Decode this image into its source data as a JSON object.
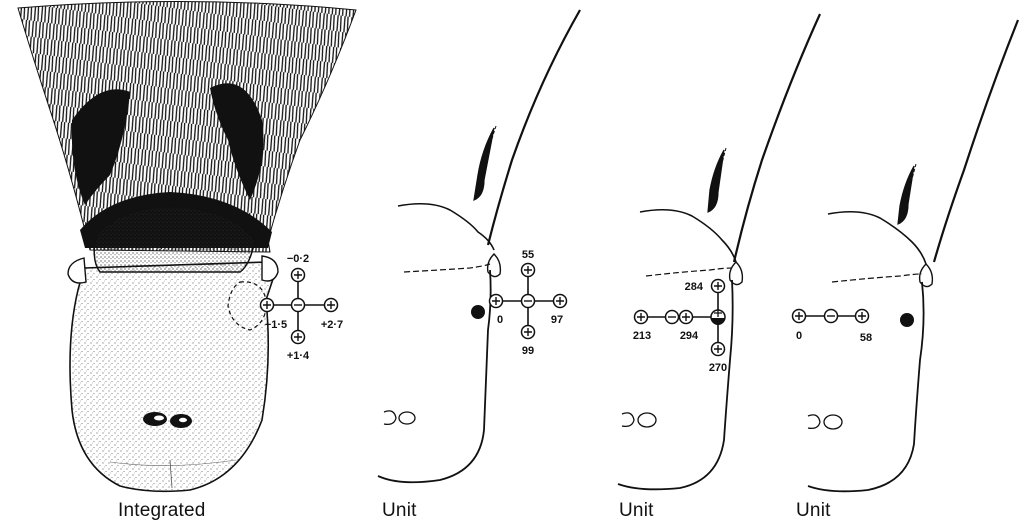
{
  "panels": [
    {
      "caption": "Integrated",
      "labels": {
        "top": "−0·2",
        "left": "−1·5",
        "right": "+2·7",
        "bottom": "+1·4"
      }
    },
    {
      "caption": "Unit",
      "labels": {
        "top": "55",
        "left": "0",
        "right": "97",
        "bottom": "99"
      }
    },
    {
      "caption": "Unit",
      "labels": {
        "top": "284",
        "left": "213",
        "mid": "294",
        "bottom": "270"
      }
    },
    {
      "caption": "Unit",
      "labels": {
        "left": "0",
        "right": "58"
      }
    }
  ],
  "colors": {
    "ink": "#111111",
    "background": "#ffffff"
  }
}
